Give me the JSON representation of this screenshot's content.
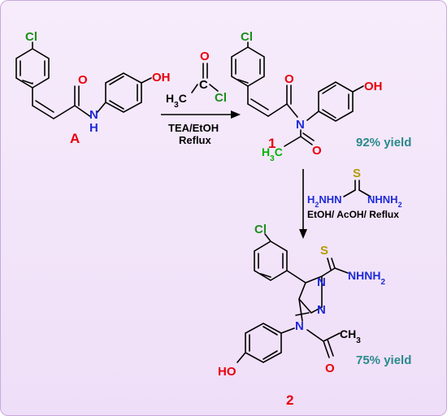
{
  "colors": {
    "oxygen": "#e8000b",
    "nitrogen": "#1f2bd8",
    "chlorine": "#1a8f1a",
    "sulfur": "#b59a00",
    "acetyl_c": "#00b400",
    "yield": "#2a8a8a",
    "compound_label": "#e8000b",
    "background": "#efdef8"
  },
  "atoms": {
    "cl": "Cl",
    "o": "O",
    "oh": "OH",
    "ho": "HO",
    "n": "N",
    "h": "H",
    "s": "S",
    "h3c": "H3C",
    "h3c_prefix": "H",
    "h3c_sub": "3",
    "h3c_c": "C",
    "ch3_prefix": "CH",
    "ch3_sub": "3",
    "nhnh2_prefix": "NHNH",
    "nhnh2_sub": "2",
    "h2nhn_h2": "H",
    "h2nhn_sub": "2",
    "h2nhn_rest": "NHN",
    "hnhn_mid": "NHNH",
    "hnhn_sub": "2"
  },
  "reagents": {
    "step1_reagent_c": "C",
    "step1_reagent_cl": "Cl",
    "step1_condition_1": "TEA/EtOH",
    "step1_condition_2": "Reflux",
    "step2_condition": "EtOH/ AcOH/ Reflux"
  },
  "labels": {
    "compound_a": "A",
    "compound_1": "1",
    "compound_2": "2",
    "yield_1": "92% yield",
    "yield_2": "75% yield"
  }
}
